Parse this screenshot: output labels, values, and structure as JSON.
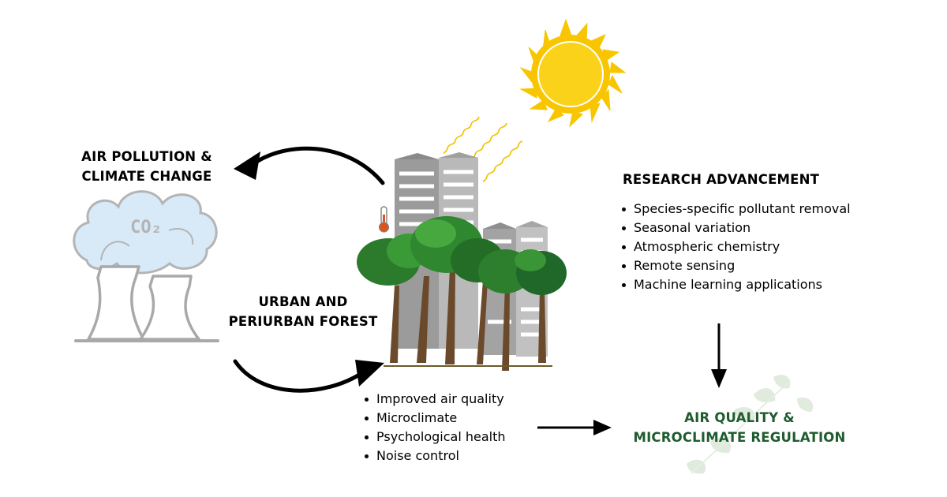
{
  "pollution": {
    "line1": "AIR POLLUTION &",
    "line2": "CLIMATE CHANGE",
    "co2_label": "CO₂"
  },
  "forest": {
    "line1": "URBAN AND",
    "line2": "PERIURBAN FOREST"
  },
  "benefits": [
    "Improved air quality",
    "Microclimate",
    "Psychological health",
    "Noise control"
  ],
  "research": {
    "title": "RESEARCH ADVANCEMENT",
    "items": [
      "Species-specific pollutant removal",
      "Seasonal variation",
      "Atmospheric chemistry",
      "Remote sensing",
      "Machine learning applications"
    ]
  },
  "outcome": {
    "line1": "AIR QUALITY &",
    "line2": "MICROCLIMATE REGULATION"
  },
  "colors": {
    "outcome_text": "#1e5b2e",
    "sun": "#f5c400",
    "building": "#a6a6a6",
    "tree_leaf": "#2f8a2f",
    "smoke": "#d6e6f7"
  }
}
